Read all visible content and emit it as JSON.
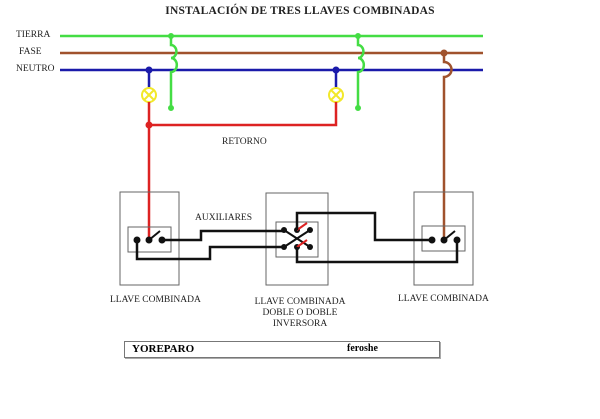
{
  "title": "INSTALACIÓN DE TRES LLAVES COMBINADAS",
  "lines": {
    "tierra": {
      "label": "TIERRA",
      "color": "#44dd44"
    },
    "fase": {
      "label": "FASE",
      "color": "#a0522d"
    },
    "neutro": {
      "label": "NEUTRO",
      "color": "#1a1aaa"
    }
  },
  "wire_colors": {
    "retorno": "#dd2222",
    "auxiliares": "#111111",
    "lamp": "#f2e82a"
  },
  "labels": {
    "retorno": "RETORNO",
    "auxiliares": "AUXILIARES",
    "switch_left": "LLAVE COMBINADA",
    "switch_middle_1": "LLAVE COMBINADA",
    "switch_middle_2": "DOBLE  O DOBLE",
    "switch_middle_3": "INVERSORA",
    "switch_right": "LLAVE COMBINADA"
  },
  "footer": {
    "left": "YOREPARO",
    "right": "feroshe"
  }
}
